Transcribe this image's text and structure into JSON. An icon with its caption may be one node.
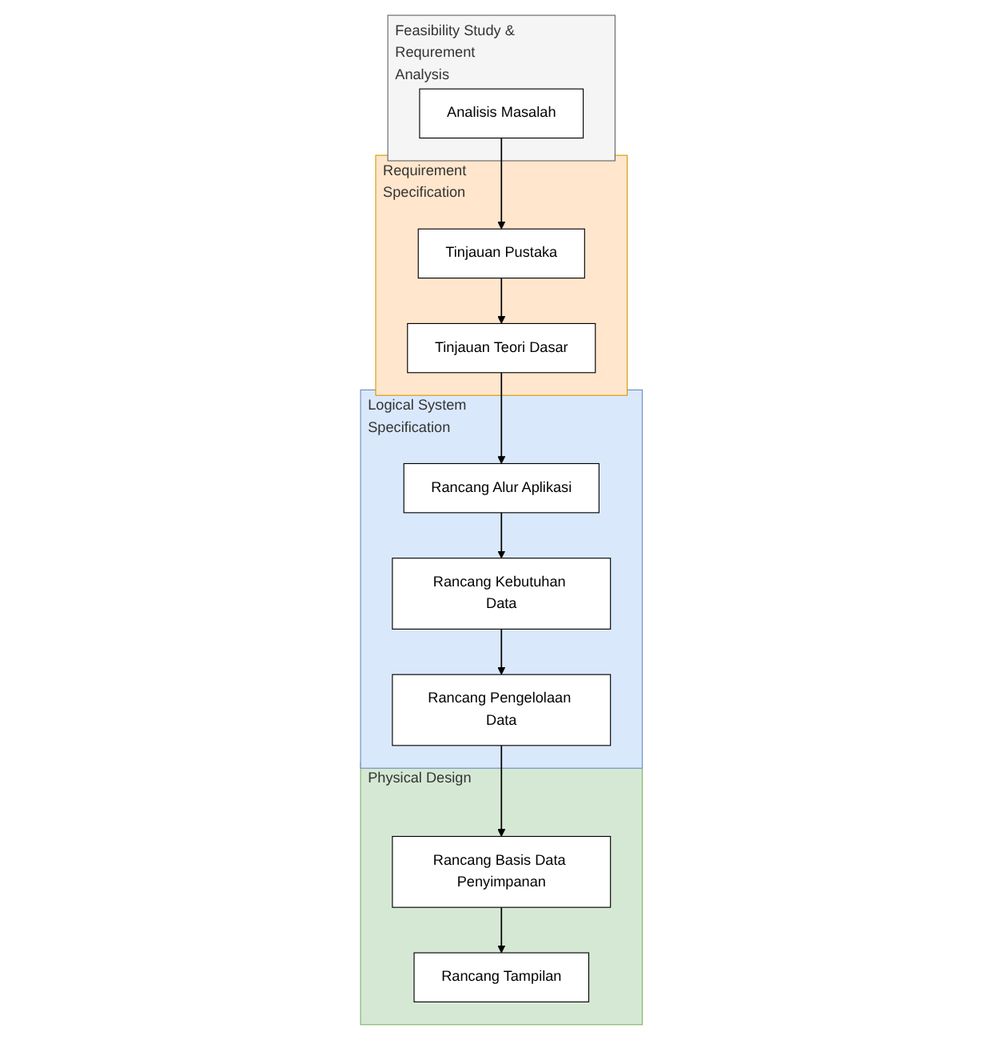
{
  "diagram": {
    "nodes": [
      {
        "text": [
          "Feasibility Study & Requrement Analysis"
        ]
      },
      {
        "text": [
          "Analisis Masalah"
        ],
        "in": 0
      },
      {
        "text": [
          "Requirement Specification"
        ]
      },
      {
        "text": [
          "Tinjauan Pustaka"
        ],
        "in": 2
      },
      {
        "text": [
          "Tinjauan Teori Dasar"
        ],
        "in": 2
      },
      {
        "text": [
          "Logical System Specification"
        ]
      },
      {
        "text": [
          "Rancang Alur Aplikasi"
        ],
        "in": 5
      },
      {
        "text": [
          "Rancang Kebutuhan Data"
        ],
        "in": 5
      },
      {
        "text": [
          "Rancang Pengelolaan Data"
        ],
        "in": 5
      },
      {
        "text": [
          "Physical Design"
        ]
      },
      {
        "text": [
          "Rancang Basis Data Penyimpanan"
        ],
        "in": 9
      },
      {
        "text": [
          "Rancang Tampilan"
        ],
        "in": 9
      }
    ],
    "edges": [
      {
        "from": 1,
        "to": 3,
        "arrow": "to"
      },
      {
        "from": 3,
        "to": 4,
        "arrow": "to"
      },
      {
        "from": 4,
        "to": 6,
        "arrow": "to"
      },
      {
        "from": 6,
        "to": 7,
        "arrow": "to"
      },
      {
        "from": 7,
        "to": 8,
        "arrow": "to"
      },
      {
        "from": 8,
        "to": 10,
        "arrow": "to"
      },
      {
        "from": 10,
        "to": 11,
        "arrow": "to"
      }
    ]
  }
}
